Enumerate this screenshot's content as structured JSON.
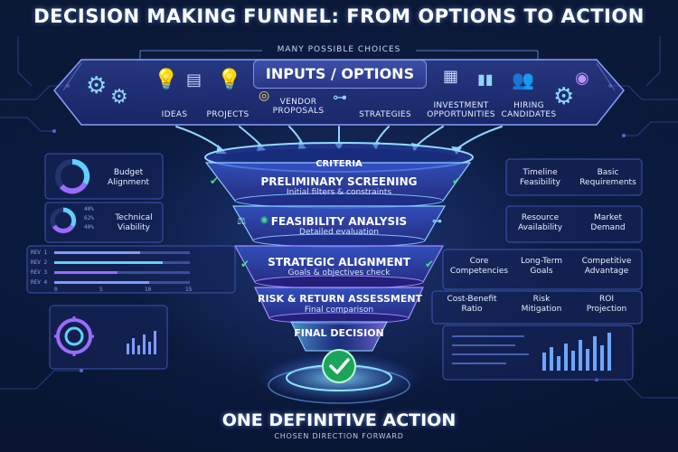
{
  "title": "DECISION MAKING FUNNEL: FROM OPTIONS TO ACTION",
  "subtitle": "MANY POSSIBLE CHOICES",
  "inputs": {
    "header": "INPUTS / OPTIONS",
    "items": [
      {
        "label": "IDEAS",
        "icon": "lightbulb-icon"
      },
      {
        "label": "PROJECTS",
        "icon": "document-icon"
      },
      {
        "label": "VENDOR\nPROPOSALS",
        "icon": "proposal-icon"
      },
      {
        "label": "STRATEGIES",
        "icon": "org-chart-icon"
      },
      {
        "label": "INVESTMENT\nOPPORTUNITIES",
        "icon": "chart-icon"
      },
      {
        "label": "HIRING\nCANDIDATES",
        "icon": "people-icon"
      }
    ]
  },
  "funnel": {
    "criteria": "CRITERIA",
    "tiers": [
      {
        "label": "PRELIMINARY SCREENING",
        "sub": "Initial filters & constraints"
      },
      {
        "label": "FEASIBILITY ANALYSIS",
        "sub": "Detailed evaluation"
      },
      {
        "label": "STRATEGIC ALIGNMENT",
        "sub": "Goals & objectives check"
      },
      {
        "label": "RISK & RETURN ASSESSMENT",
        "sub": "Final comparison"
      }
    ],
    "final_decision": "FINAL DECISION"
  },
  "left_labels": {
    "budget": "Budget\nAlignment",
    "technical": "Technical\nViability",
    "donut_values": [
      "40%",
      "62%",
      "40%"
    ],
    "bar_rows": [
      "REV 1",
      "REV 2",
      "REV 3",
      "REV 4"
    ],
    "bar_axis": [
      "0",
      "5",
      "10",
      "15"
    ]
  },
  "right_labels": {
    "row1": [
      "Timeline\nFeasibility",
      "Basic\nRequirements"
    ],
    "row2": [
      "Resource\nAvailability",
      "Market\nDemand"
    ],
    "row3": [
      "Core\nCompetencies",
      "Long-Term\nGoals",
      "Competitive\nAdvantage"
    ],
    "row4": [
      "Cost-Benefit\nRatio",
      "Risk\nMitigation",
      "ROI\nProjection"
    ]
  },
  "bottom": {
    "action": "ONE DEFINITIVE ACTION",
    "direction": "CHOSEN DIRECTION FORWARD"
  },
  "colors": {
    "background": "#0a1733",
    "accent_cyan": "#5fd0ff",
    "accent_purple": "#9a6cff",
    "check_green": "#3fe08a"
  }
}
